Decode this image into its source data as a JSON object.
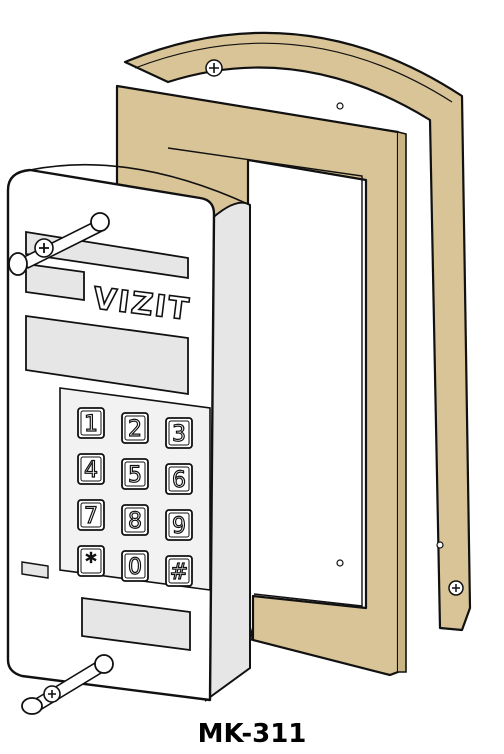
{
  "model": "MK-311",
  "brand": "VIZIT",
  "keypad": [
    "1",
    "2",
    "3",
    "4",
    "5",
    "6",
    "7",
    "8",
    "9",
    "*",
    "0",
    "#"
  ],
  "colors": {
    "frame": "#d8c496",
    "outline": "#111111",
    "panel": "#ffffff",
    "panel_shade": "#e6e6e6"
  },
  "icons": [
    "screw-icon"
  ]
}
